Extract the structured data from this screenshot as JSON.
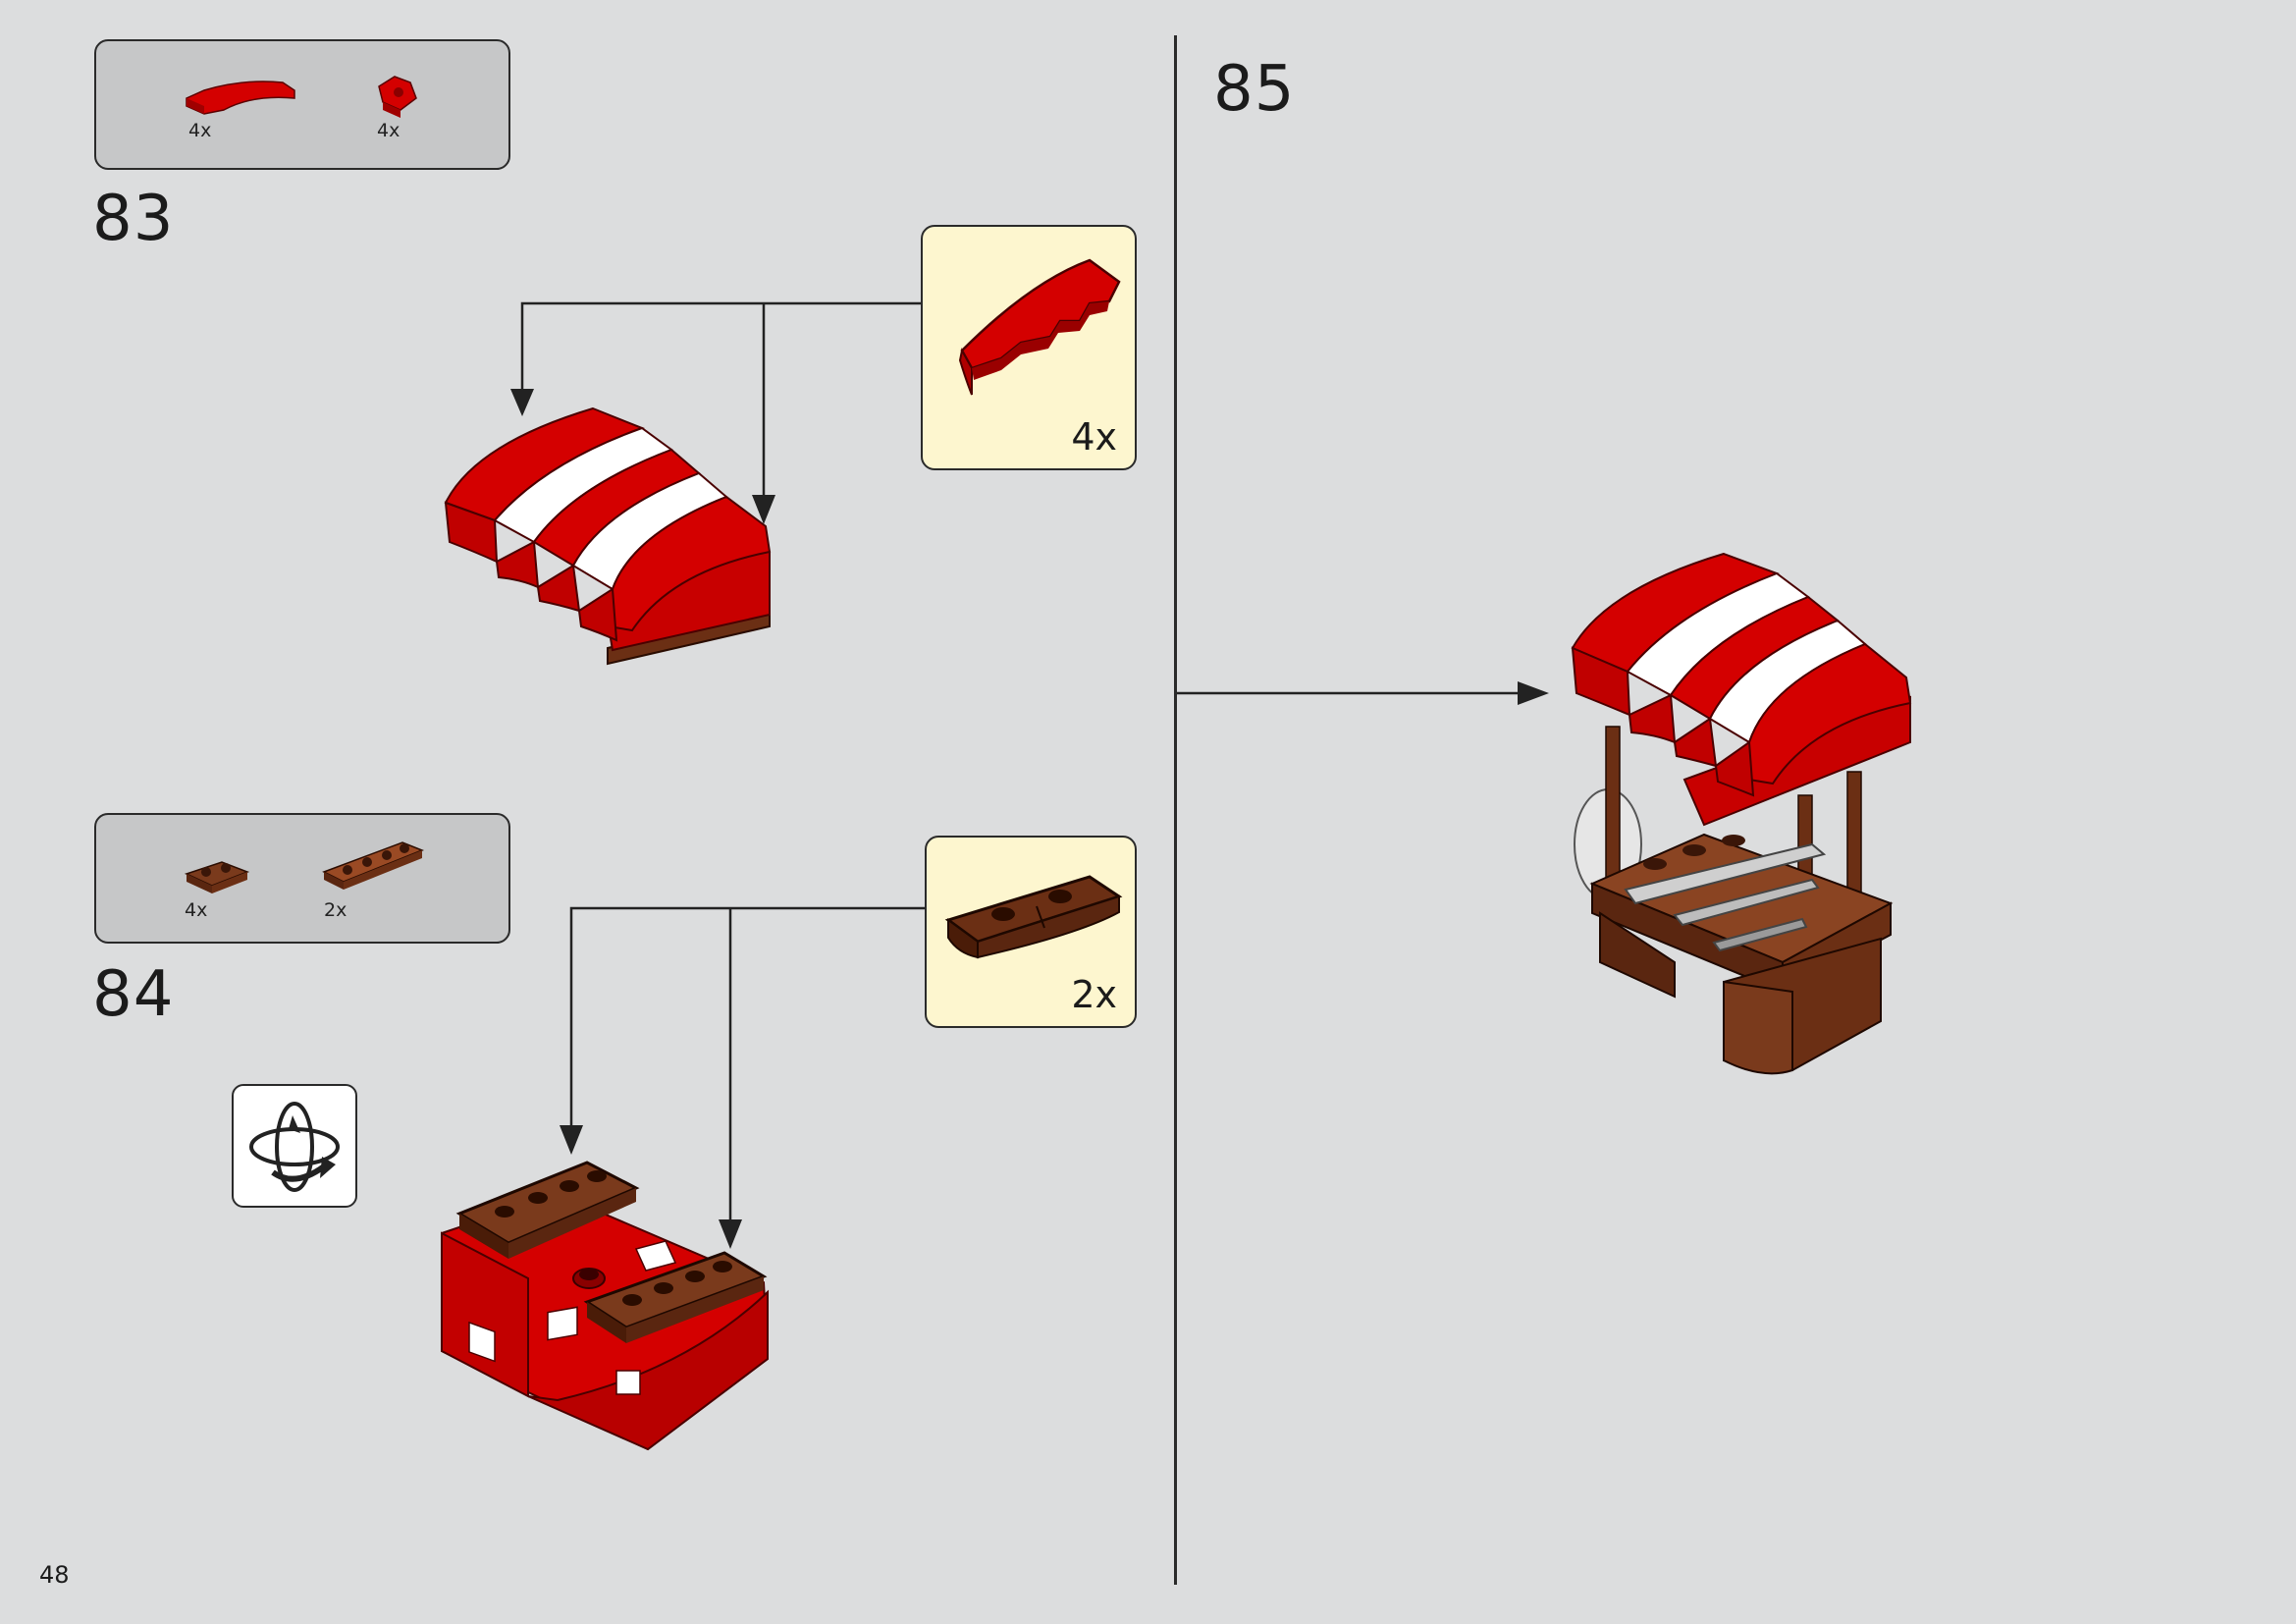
{
  "page": {
    "number": "48"
  },
  "colors": {
    "red": "#d40000",
    "white": "#ffffff",
    "brown": "#7a3a1c",
    "callout": "#fdf6cf",
    "partsbox": "#c6c7c8"
  },
  "steps": [
    {
      "number": "83",
      "parts": [
        {
          "qty": "4x",
          "icon": "red-curved-slope-icon"
        },
        {
          "qty": "4x",
          "icon": "red-small-slope-icon"
        }
      ],
      "callout_qty": "4x"
    },
    {
      "number": "84",
      "parts": [
        {
          "qty": "4x",
          "icon": "brown-plate-1x2-icon"
        },
        {
          "qty": "2x",
          "icon": "brown-plate-1x4-icon"
        }
      ],
      "callout_qty": "2x"
    },
    {
      "number": "85"
    }
  ]
}
